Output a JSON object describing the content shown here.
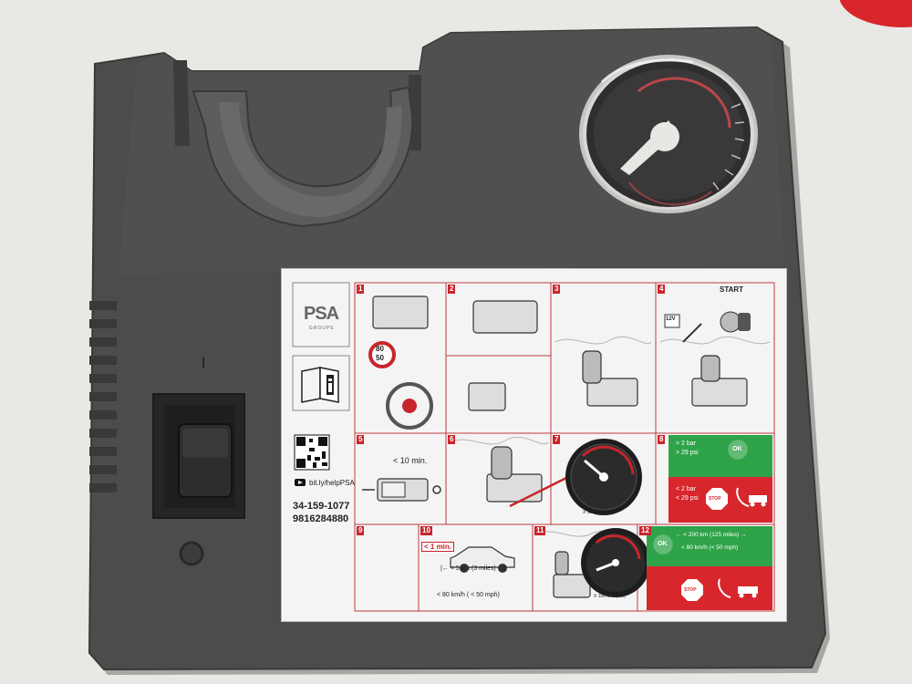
{
  "label": {
    "brand": "PSA",
    "brand_sub": "GROUPE",
    "url": "bit.ly/helpPSA",
    "part_number_1": "34-159-1077",
    "part_number_2": "9816284880",
    "step_numbers": [
      "1",
      "2",
      "3",
      "4",
      "5",
      "6",
      "7",
      "8",
      "9",
      "10",
      "11",
      "12"
    ],
    "speed_sign_top": "80",
    "speed_sign_bottom": "50",
    "start_text": "START",
    "volt_text": "12V",
    "time_10": "< 10 min.",
    "time_1": "< 1 min.",
    "distance_text": "|← < 5 km (3 miles) →|",
    "speed_text": "< 80 km/h ( < 50 mph)",
    "gauge_caption": "X 100 kPa (bar)",
    "ok_text": "OK",
    "stop_text": "STOP",
    "p_high_1": "> 2 bar",
    "p_high_2": "> 29 psi",
    "p_low_1": "< 2 bar",
    "p_low_2": "< 29 psi",
    "range_1": "← < 200 km (125 miles) →",
    "range_2": "< 80 km/h (< 50 mph)"
  },
  "colors": {
    "housing": "#4d4c4b",
    "label_red": "#d7262c",
    "label_green": "#2fa34a"
  },
  "switch": {
    "on_mark": "I"
  }
}
